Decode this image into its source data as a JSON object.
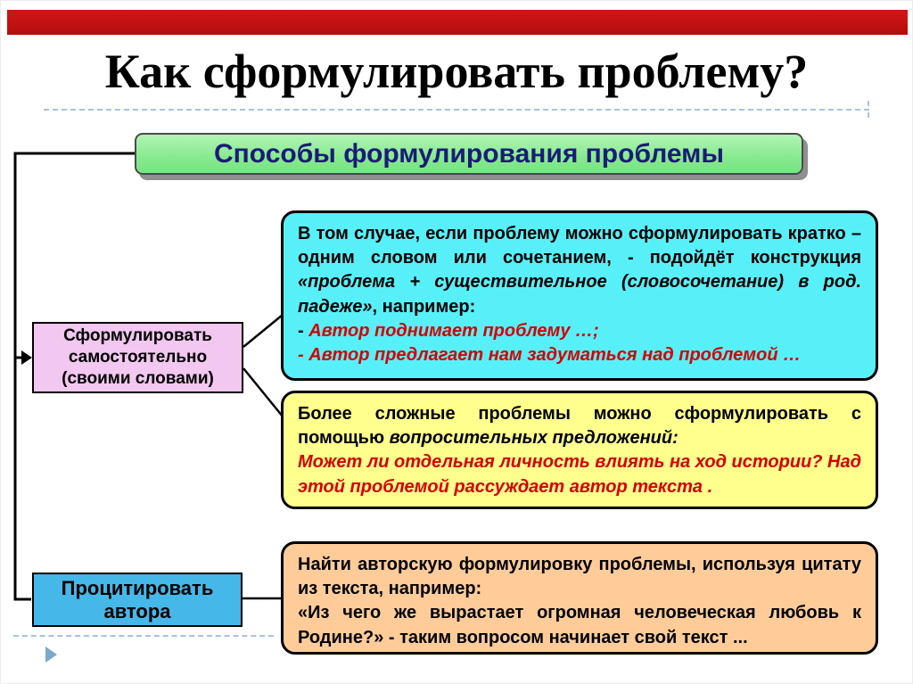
{
  "title": "Как сформулировать проблему?",
  "methods_header": "Способы формулирования проблемы",
  "left_column": {
    "formulate_self": {
      "line1": "Сформулировать",
      "line2": "самостоятельно",
      "line3": "(своими словами)"
    },
    "quote_author": {
      "line1": "Процитировать",
      "line2": "автора"
    }
  },
  "notes": {
    "short_construction": {
      "intro": "В том случае, если проблему можно сформулировать кратко – одним словом или сочетанием, - подойдёт конструкция ",
      "construction": "«проблема + существительное (словосочетание) в род. падеже»",
      "after": ", например:",
      "example1_dash": "- ",
      "example1": "Автор поднимает проблему …;",
      "example2": "- Автор предлагает нам задуматься над проблемой …"
    },
    "question_form": {
      "intro": "Более сложные проблемы можно сформулировать с помощью ",
      "term": "вопросительных предложений:",
      "example": "Может ли отдельная личность влиять на ход истории? Над этой проблемой рассуждает автор текста ."
    },
    "author_quote": {
      "intro": "Найти авторскую формулировку проблемы, используя цитату из текста, например:",
      "example": "«Из чего же вырастает огромная человеческая любовь к Родине?» - таким вопросом начинает свой текст ..."
    }
  },
  "icons": {
    "footer_marker": "triangle-right"
  },
  "colors": {
    "header_bar_red": "#c01111",
    "methods_green": "#86ea8e",
    "methods_text_navy": "#1b1b78",
    "note_cyan": "#58f0f8",
    "note_yellow": "#ffff8e",
    "note_orange": "#ffcc99",
    "box_pink": "#f2c7f0",
    "box_blue": "#45b7e8",
    "example_red": "#d40000",
    "dashed_rule_blue": "#a9c3dd"
  }
}
